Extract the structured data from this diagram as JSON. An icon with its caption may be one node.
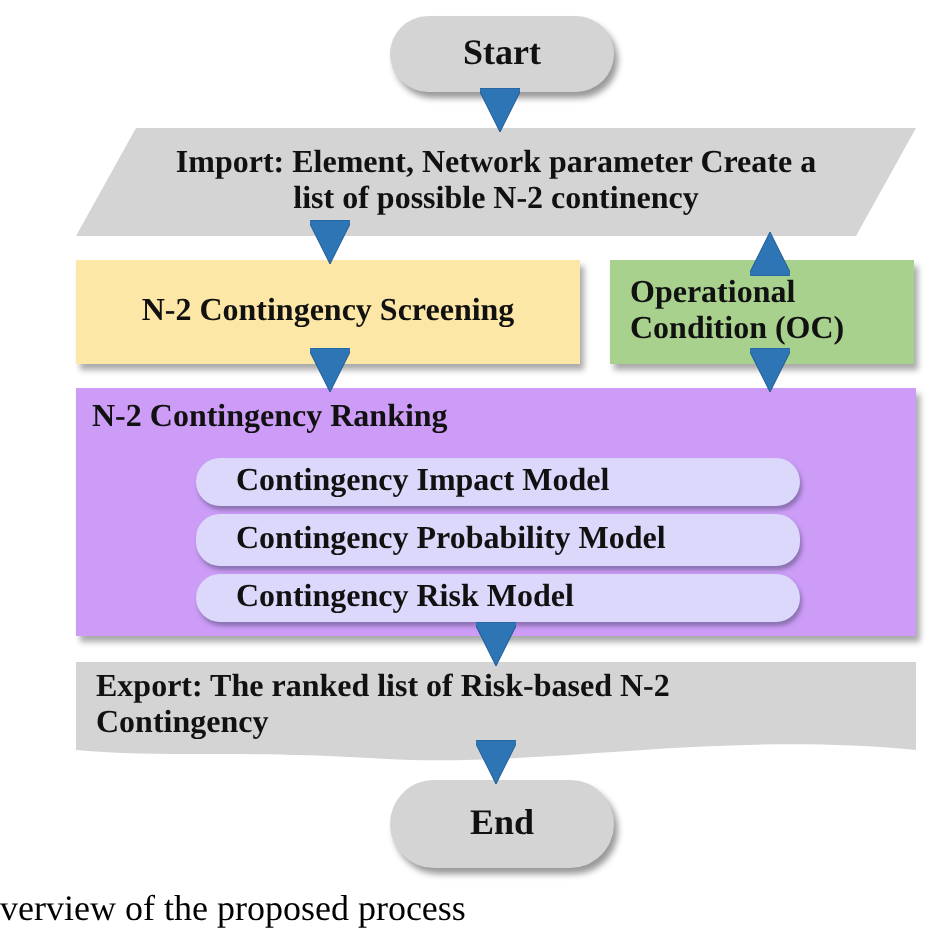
{
  "diagram": {
    "caption": "verview of the proposed process",
    "nodes": [
      {
        "text": [
          "Start"
        ]
      },
      {
        "text": [
          "Import: Element, Network parameter Create a list of possible N-2 continency"
        ]
      },
      {
        "text": [
          "N-2 Contingency Screening"
        ]
      },
      {
        "text": [
          "Operational Condition (OC)"
        ]
      },
      {
        "text": [
          "N-2 Contingency Ranking"
        ]
      },
      {
        "text": [
          "Contingency Impact Model"
        ],
        "in": 4
      },
      {
        "text": [
          "Contingency Probability Model"
        ],
        "in": 4
      },
      {
        "text": [
          "Contingency Risk Model"
        ],
        "in": 4
      },
      {
        "text": [
          "Export: The ranked list of Risk-based N-2 Contingency"
        ]
      },
      {
        "text": [
          "End"
        ]
      }
    ],
    "edges": [
      {
        "from": 0,
        "to": 1,
        "arrow": "to"
      },
      {
        "from": 1,
        "to": 2,
        "arrow": "to"
      },
      {
        "from": 3,
        "to": 1,
        "arrow": "to"
      },
      {
        "from": 2,
        "to": 4,
        "arrow": "to"
      },
      {
        "from": 3,
        "to": 4,
        "arrow": "to"
      },
      {
        "from": 4,
        "to": 8,
        "arrow": "to"
      },
      {
        "from": 8,
        "to": 9,
        "arrow": "to"
      }
    ]
  }
}
